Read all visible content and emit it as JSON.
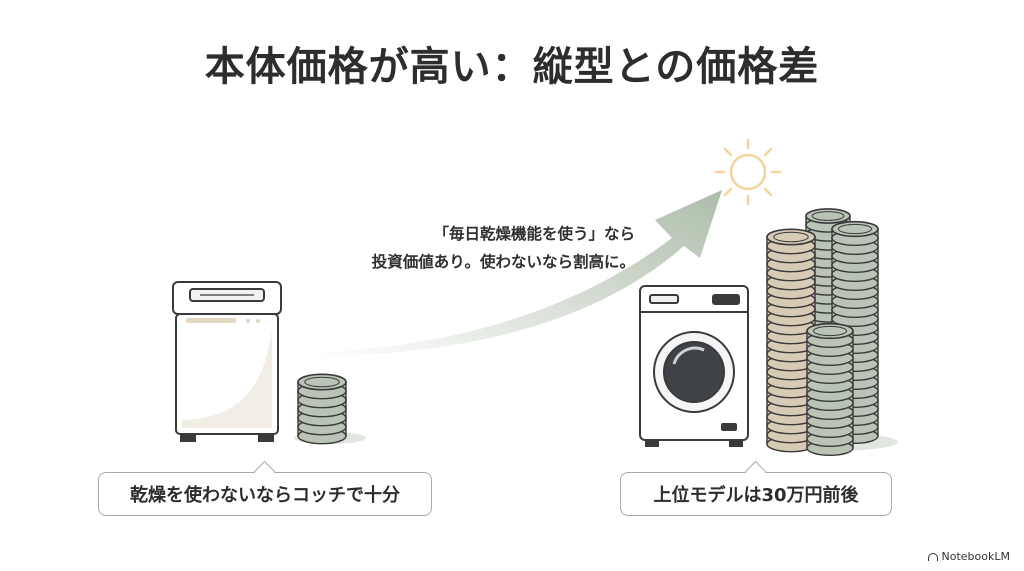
{
  "title": "本体価格が高い：縦型との価格差",
  "note": {
    "line1": "「毎日乾燥機能を使う」なら",
    "line2": "投資価値あり。使わないなら割高に。"
  },
  "left_caption": "乾燥を使わないならコッチで十分",
  "right_caption": "上位モデルは30万円前後",
  "brand": "NotebookLM",
  "colors": {
    "coin_green": "#b9c4b6",
    "coin_tan": "#d8cbb5",
    "arrow": "#a9baa6",
    "sun": "#f3d59c",
    "outline": "#3a3a3a"
  }
}
